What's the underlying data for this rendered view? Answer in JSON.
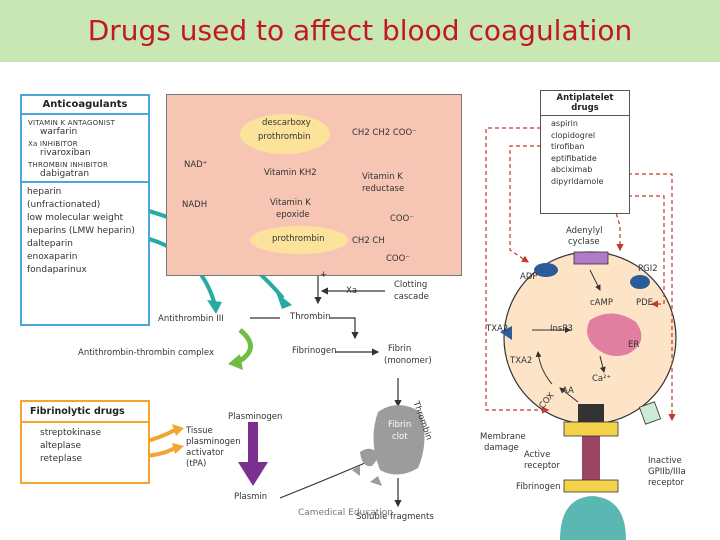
{
  "title": "Drugs used to affect blood coagulation",
  "anticoagulants": {
    "heading": "Anticoagulants",
    "vka_label": "VITAMIN K ANTAGONIST",
    "vka_drug": "warfarin",
    "xa_label": "Xa INHIBITOR",
    "xa_drug": "rivaroxiban",
    "thrombin_label": "THROMBIN INHIBITOR",
    "thrombin_drug": "dabigatran",
    "heparins": [
      "heparin",
      "(unfractionated)",
      "low molecular weight",
      "heparins (LMW heparin)",
      "dalteparin",
      "enoxaparin",
      "fondaparinux"
    ]
  },
  "vitk_cycle": {
    "descarboxy": [
      "descarboxy",
      "prothrombin"
    ],
    "ch_chain": "CH2 CH2 COO⁻",
    "nad": "NAD⁺",
    "nadh": "NADH",
    "vitk_h2": "Vitamin KH2",
    "vitk_reductase": [
      "Vitamin K",
      "reductase"
    ],
    "vitk_epoxide": [
      "Vitamin K",
      "epoxide"
    ],
    "prothrombin": "prothrombin",
    "coo_top": "COO⁻",
    "ch2_ch": "CH2 CH",
    "coo_bottom": "COO⁻"
  },
  "coagulation": {
    "xa": "Xa",
    "clotting_cascade": [
      "Clotting",
      "cascade"
    ],
    "thrombin": "Thrombin",
    "antithrombin": "Antithrombin III",
    "complex": "Antithrombin-thrombin complex",
    "fibrinogen": "Fibrinogen",
    "fibrin_monomer": [
      "Fibrin",
      "(monomer)"
    ],
    "fibrin_clot": [
      "Fibrin",
      "clot"
    ],
    "thrombin_side": "Thrombin",
    "plasminogen": "Plasminogen",
    "tpa": [
      "Tissue",
      "plasminogen",
      "activator",
      "(tPA)"
    ],
    "plasmin": "Plasmin",
    "soluble_fragments": "Soluble fragments",
    "plus": "+"
  },
  "fibrinolytics": {
    "heading": "Fibrinolytic drugs",
    "drugs": [
      "streptokinase",
      "alteplase",
      "reteplase"
    ]
  },
  "antiplatelet": {
    "heading": [
      "Antiplatelet",
      "drugs"
    ],
    "drugs": [
      "aspirin",
      "clopidogrel",
      "tirofiban",
      "eptifibatide",
      "abciximab",
      "dipyridamole"
    ]
  },
  "platelet": {
    "adenylyl": [
      "Adenylyl",
      "cyclase"
    ],
    "adp": "ADP",
    "pgi2": "PGI2",
    "camp": "cAMP",
    "pde": "PDE",
    "txa2_left": "TXA2",
    "insp3": "InsP3",
    "er": "ER",
    "txa2_inner": "TXA2",
    "ca": "Ca²⁺",
    "aa": "AA",
    "cox": "COX",
    "membrane_damage": [
      "Membrane",
      "damage"
    ],
    "active_receptor": [
      "Active",
      "receptor"
    ],
    "inactive_receptor": [
      "Inactive",
      "GPIIb/IIIa",
      "receptor"
    ],
    "fibrinogen": "Fibrinogen"
  },
  "watermark": "Camedical Education"
}
